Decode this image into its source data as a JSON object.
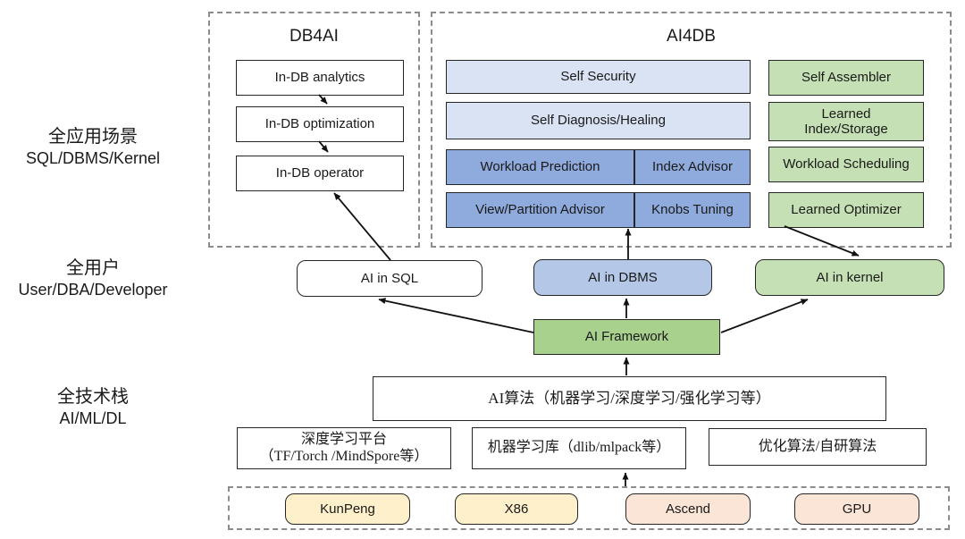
{
  "colors": {
    "light-blue": "#dae3f3",
    "mid-blue": "#8faadc",
    "soft-blue": "#b4c7e7",
    "light-green": "#c5e0b4",
    "mid-green": "#a9d18e",
    "yellow": "#fdf0cb",
    "pink": "#fbe5d6",
    "dash": "#8c8c8c",
    "border": "#262626"
  },
  "left_labels": [
    {
      "zh": "全应用场景",
      "en": "SQL/DBMS/Kernel"
    },
    {
      "zh": "全用户",
      "en": "User/DBA/Developer"
    },
    {
      "zh": "全技术栈",
      "en": "AI/ML/DL"
    }
  ],
  "db4ai": {
    "title": "DB4AI",
    "items": [
      "In-DB analytics",
      "In-DB optimization",
      "In-DB operator"
    ]
  },
  "ai4db": {
    "title": "AI4DB",
    "wide_rows": [
      "Self Security",
      "Self Diagnosis/Healing"
    ],
    "grid": [
      "Workload Prediction",
      "Index Advisor",
      "View/Partition Advisor",
      "Knobs Tuning"
    ],
    "right_column": [
      "Self Assembler",
      "Learned Index/Storage",
      "Workload Scheduling",
      "Learned Optimizer"
    ]
  },
  "middle": {
    "ai_in_sql": "AI in SQL",
    "ai_in_dbms": "AI in DBMS",
    "ai_in_kernel": "AI in kernel",
    "ai_framework": "AI Framework"
  },
  "stack": {
    "algorithms": "AI算法（机器学习/深度学习/强化学习等）",
    "dl_platform_line1": "深度学习平台",
    "dl_platform_line2": "（TF/Torch /MindSpore等）",
    "ml_lib": "机器学习库（dlib/mlpack等）",
    "opt": "优化算法/自研算法"
  },
  "hardware": [
    "KunPeng",
    "X86",
    "Ascend",
    "GPU"
  ]
}
